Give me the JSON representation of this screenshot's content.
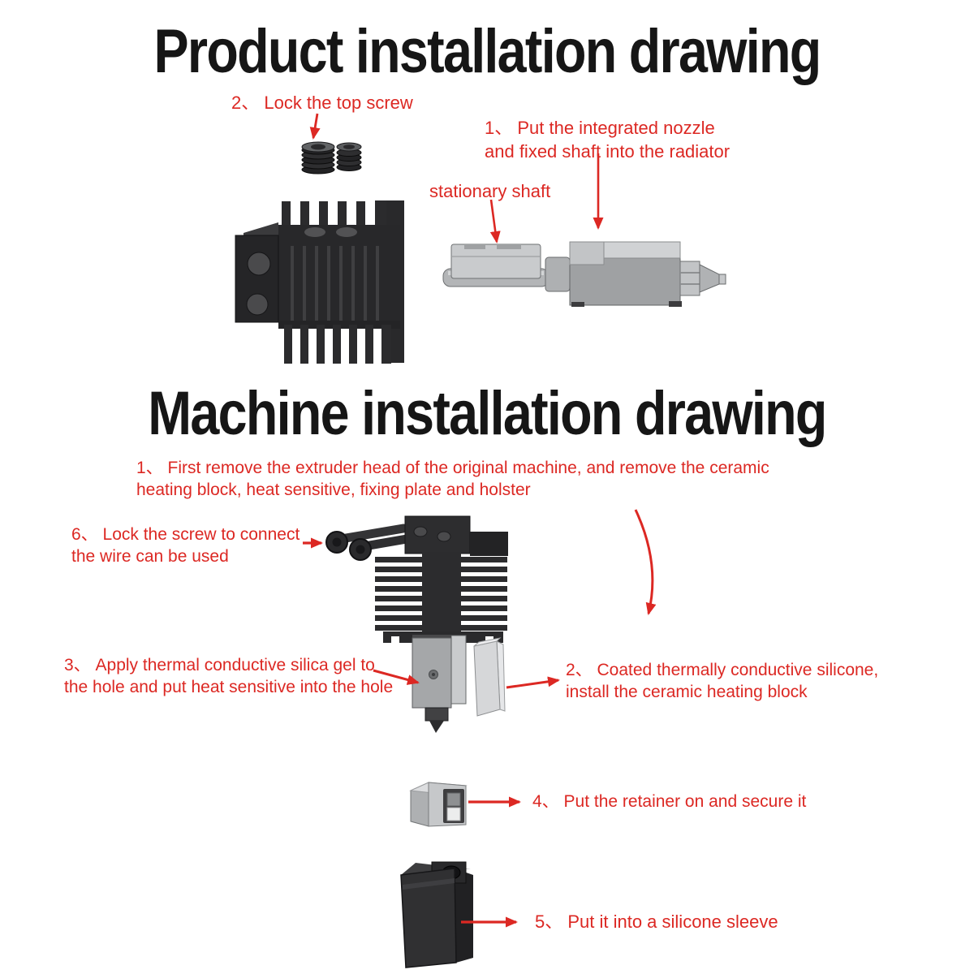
{
  "document": {
    "kind": "hotend installation infographic"
  },
  "colors": {
    "annotation_red": "#dc2823",
    "title_black": "#161616",
    "part_dark_gray": "#2b2b2d",
    "part_mid_gray": "#a6a8aa",
    "part_light_gray": "#d6d7d9",
    "background": "#ffffff"
  },
  "icons": {
    "pointer_arrows": "red-arrow-icon"
  },
  "product_section": {
    "title": "Product installation drawing",
    "labels": {
      "lock_top_screw": {
        "lines": [
          "2、 Lock the top screw"
        ]
      },
      "put_nozzle": {
        "lines": [
          "1、 Put the integrated nozzle",
          "and fixed shaft into the radiator"
        ]
      },
      "stationary_shaft": {
        "lines": [
          "stationary shaft"
        ]
      }
    },
    "parts": {
      "set_screws": "top set screws",
      "radiator": "radiator heatsink",
      "nozzle_assembly": "integrated nozzle with stationary shaft"
    }
  },
  "machine_section": {
    "title": "Machine installation drawing",
    "labels": {
      "step1": {
        "lines": [
          "1、 First remove the extruder head of the original machine, and remove the ceramic",
          "heating block, heat sensitive, fixing plate and holster"
        ]
      },
      "step6": {
        "lines": [
          "6、 Lock the screw to connect",
          "the wire can be used"
        ]
      },
      "step3": {
        "lines": [
          "3、 Apply thermal conductive silica gel to",
          "the hole and put heat sensitive into the hole"
        ]
      },
      "step2": {
        "lines": [
          "2、 Coated thermally conductive silicone,",
          "install the ceramic heating block"
        ]
      },
      "step4": {
        "lines": [
          "4、 Put the retainer on and secure it"
        ]
      },
      "step5": {
        "lines": [
          "5、 Put it into a silicone sleeve"
        ]
      }
    },
    "parts": {
      "screws": "connection screws",
      "heatsink": "extruder heatsink",
      "heater_block": "heater block with nozzle",
      "ceramic_slab": "ceramic heating block",
      "retainer": "retainer clip",
      "silicone_sleeve": "silicone sleeve"
    }
  }
}
